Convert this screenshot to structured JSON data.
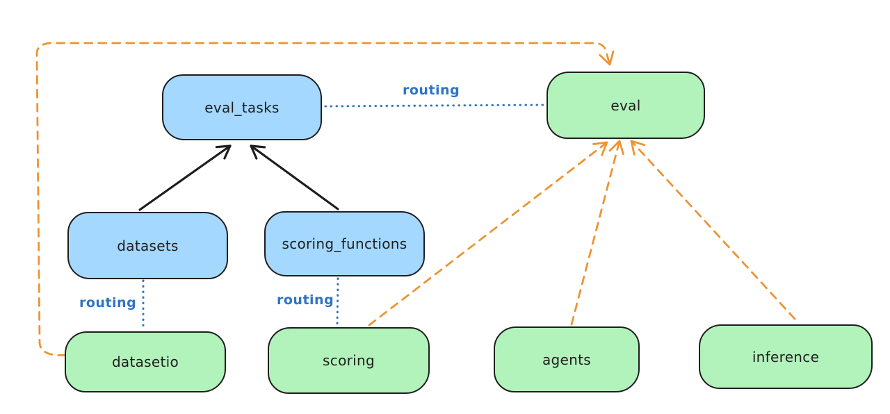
{
  "diagram": {
    "colors": {
      "canvas_bg": "#ffffff",
      "node_blue_fill": "#a5d8ff",
      "node_green_fill": "#b2f2bb",
      "node_stroke": "#1e1e1e",
      "arrow_black": "#1e1e1e",
      "routing_blue": "#2d74c6",
      "arrow_orange": "#ec9434"
    },
    "nodes": [
      {
        "id": "eval_tasks",
        "label": "eval_tasks",
        "color": "blue"
      },
      {
        "id": "eval",
        "label": "eval",
        "color": "green"
      },
      {
        "id": "datasets",
        "label": "datasets",
        "color": "blue"
      },
      {
        "id": "scoring_functions",
        "label": "scoring_functions",
        "color": "blue"
      },
      {
        "id": "datasetio",
        "label": "datasetio",
        "color": "green"
      },
      {
        "id": "scoring",
        "label": "scoring",
        "color": "green"
      },
      {
        "id": "agents",
        "label": "agents",
        "color": "green"
      },
      {
        "id": "inference",
        "label": "inference",
        "color": "green"
      }
    ],
    "edges": [
      {
        "from": "datasets",
        "to": "eval_tasks",
        "style": "solid",
        "color": "black",
        "arrow": true,
        "label": ""
      },
      {
        "from": "scoring_functions",
        "to": "eval_tasks",
        "style": "solid",
        "color": "black",
        "arrow": true,
        "label": ""
      },
      {
        "from": "eval_tasks",
        "to": "eval",
        "style": "dotted",
        "color": "blue",
        "arrow": false,
        "label": "routing"
      },
      {
        "from": "datasets",
        "to": "datasetio",
        "style": "dotted",
        "color": "blue",
        "arrow": false,
        "label": "routing"
      },
      {
        "from": "scoring_functions",
        "to": "scoring",
        "style": "dotted",
        "color": "blue",
        "arrow": false,
        "label": "routing"
      },
      {
        "from": "scoring",
        "to": "eval",
        "style": "dashed",
        "color": "orange",
        "arrow": true,
        "label": ""
      },
      {
        "from": "agents",
        "to": "eval",
        "style": "dashed",
        "color": "orange",
        "arrow": true,
        "label": ""
      },
      {
        "from": "inference",
        "to": "eval",
        "style": "dashed",
        "color": "orange",
        "arrow": true,
        "label": ""
      },
      {
        "from": "datasetio",
        "to": "eval",
        "style": "dashed",
        "color": "orange",
        "arrow": true,
        "label": "",
        "route": "left-edge-then-top"
      }
    ]
  }
}
